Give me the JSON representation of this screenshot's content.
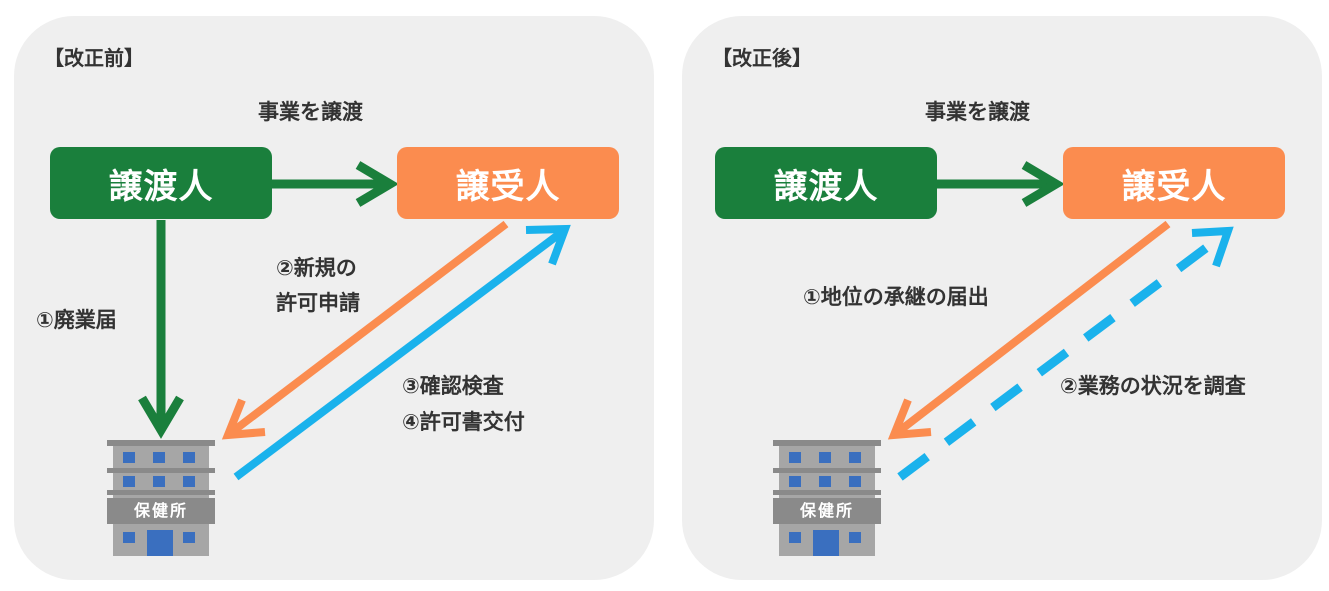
{
  "before": {
    "title": "【改正前】",
    "transfer_caption": "事業を譲渡",
    "transferor": "譲渡人",
    "transferee": "譲受人",
    "step1": "①廃業届",
    "step2_line1": "②新規の",
    "step2_line2": "許可申請",
    "step3": "③確認検査",
    "step4": "④許可書交付",
    "building_label": "保健所"
  },
  "after": {
    "title": "【改正後】",
    "transfer_caption": "事業を譲渡",
    "transferor": "譲渡人",
    "transferee": "譲受人",
    "step1": "①地位の承継の届出",
    "step2": "②業務の状況を調査",
    "building_label": "保健所"
  },
  "colors": {
    "transferor": "#1a7f3c",
    "transferee": "#fb8c4f",
    "inspection_arrow": "#1ab2ec",
    "panel_bg": "#efefef",
    "building": "#9e9e9e",
    "window": "#3a6fbf"
  }
}
